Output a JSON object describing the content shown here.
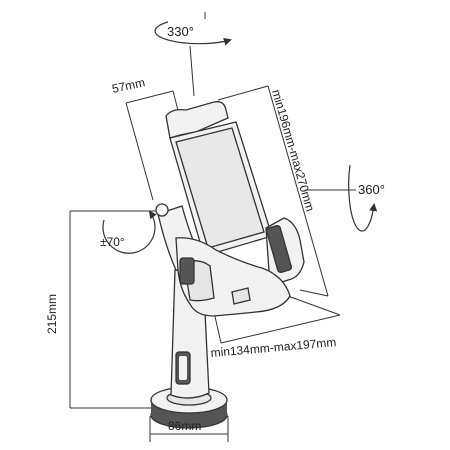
{
  "labels": {
    "rot_top": "330°",
    "depth": "57mm",
    "height_range": "min196mm-max270mm",
    "rot_right": "360°",
    "tilt": "±70°",
    "stand_height": "215mm",
    "width_range": "min134mm-max197mm",
    "base_width": "86mm"
  },
  "colors": {
    "line": "#333333",
    "body_fill": "#f2f2f2",
    "dark_fill": "#555555"
  }
}
